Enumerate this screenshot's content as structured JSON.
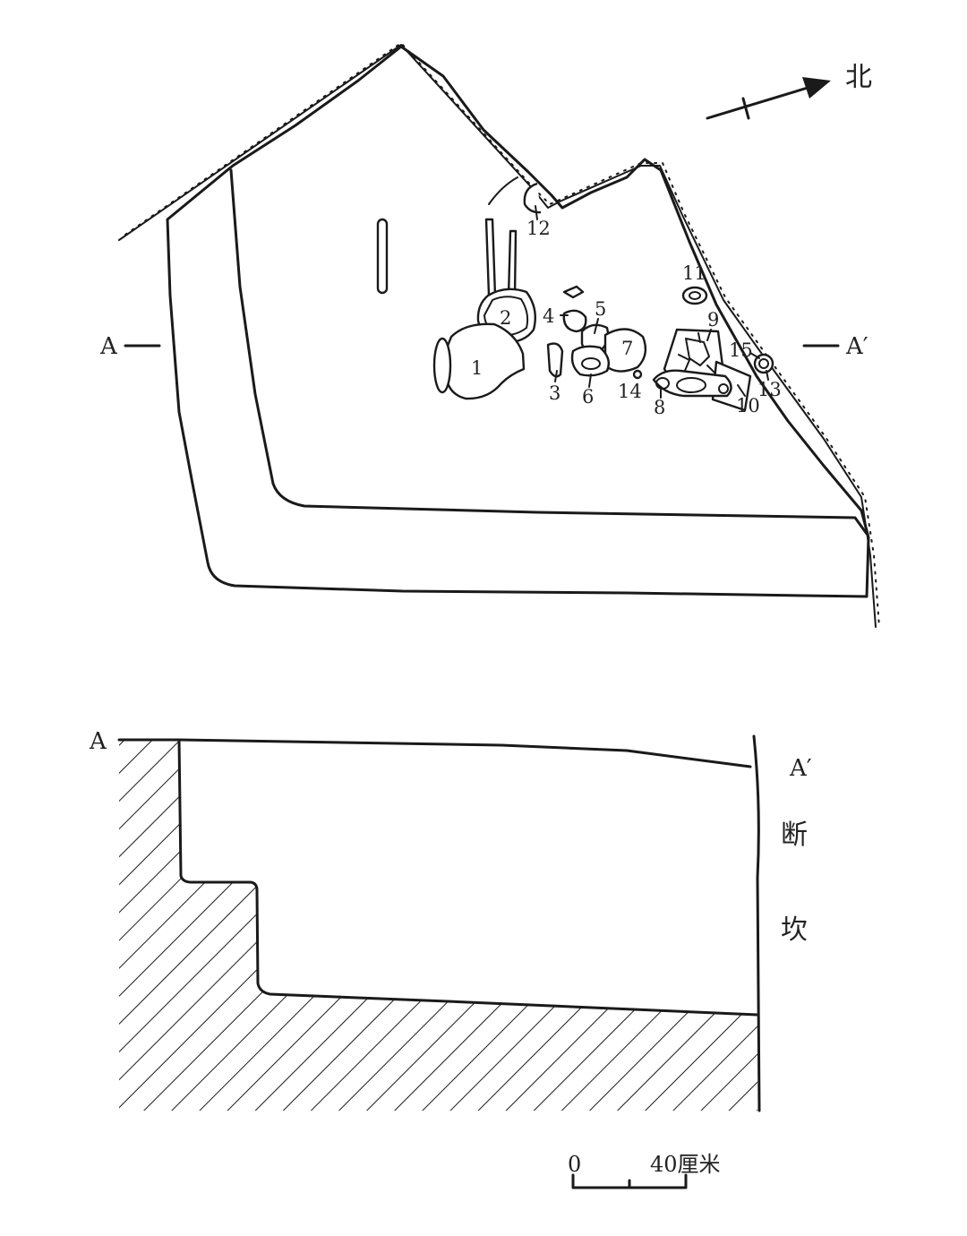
{
  "plan": {
    "north_label": "北",
    "section_marker_left": "A",
    "section_marker_right": "A′",
    "artifacts": [
      {
        "id": "1",
        "label": "1"
      },
      {
        "id": "2",
        "label": "2"
      },
      {
        "id": "3",
        "label": "3"
      },
      {
        "id": "4",
        "label": "4"
      },
      {
        "id": "5",
        "label": "5"
      },
      {
        "id": "6",
        "label": "6"
      },
      {
        "id": "7",
        "label": "7"
      },
      {
        "id": "8",
        "label": "8"
      },
      {
        "id": "9",
        "label": "9"
      },
      {
        "id": "10",
        "label": "10"
      },
      {
        "id": "11",
        "label": "11"
      },
      {
        "id": "12",
        "label": "12"
      },
      {
        "id": "13",
        "label": "13"
      },
      {
        "id": "14",
        "label": "14"
      },
      {
        "id": "15",
        "label": "15"
      }
    ]
  },
  "section": {
    "label_left": "A",
    "label_right": "A′",
    "cliff_char_1": "断",
    "cliff_char_2": "坎"
  },
  "scale": {
    "zero": "0",
    "end_label": "40厘米"
  },
  "colors": {
    "ink": "#1a1a1a",
    "paper": "#ffffff"
  }
}
